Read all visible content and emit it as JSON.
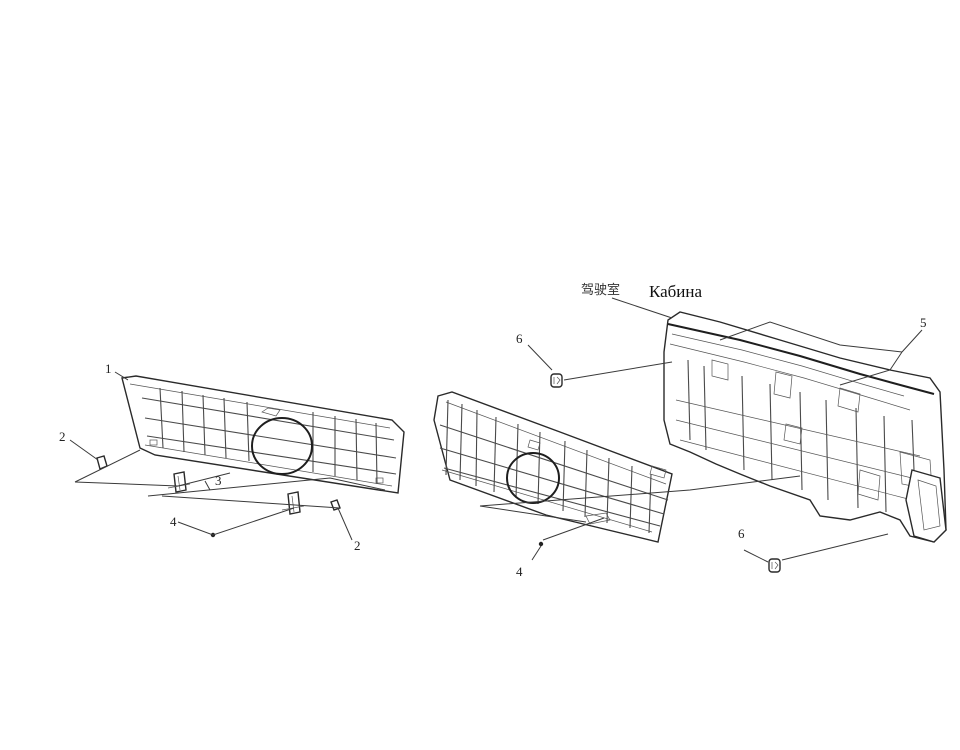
{
  "labels": {
    "cabin_cn": "驾驶室",
    "cabin_ru": "Кабина"
  },
  "callouts": {
    "c1": "1",
    "c2a": "2",
    "c2b": "2",
    "c3": "3",
    "c4a": "4",
    "c4b": "4",
    "c5": "5",
    "c6a": "6",
    "c6b": "6"
  },
  "colors": {
    "line": "#2a2a2a",
    "background": "#ffffff"
  }
}
